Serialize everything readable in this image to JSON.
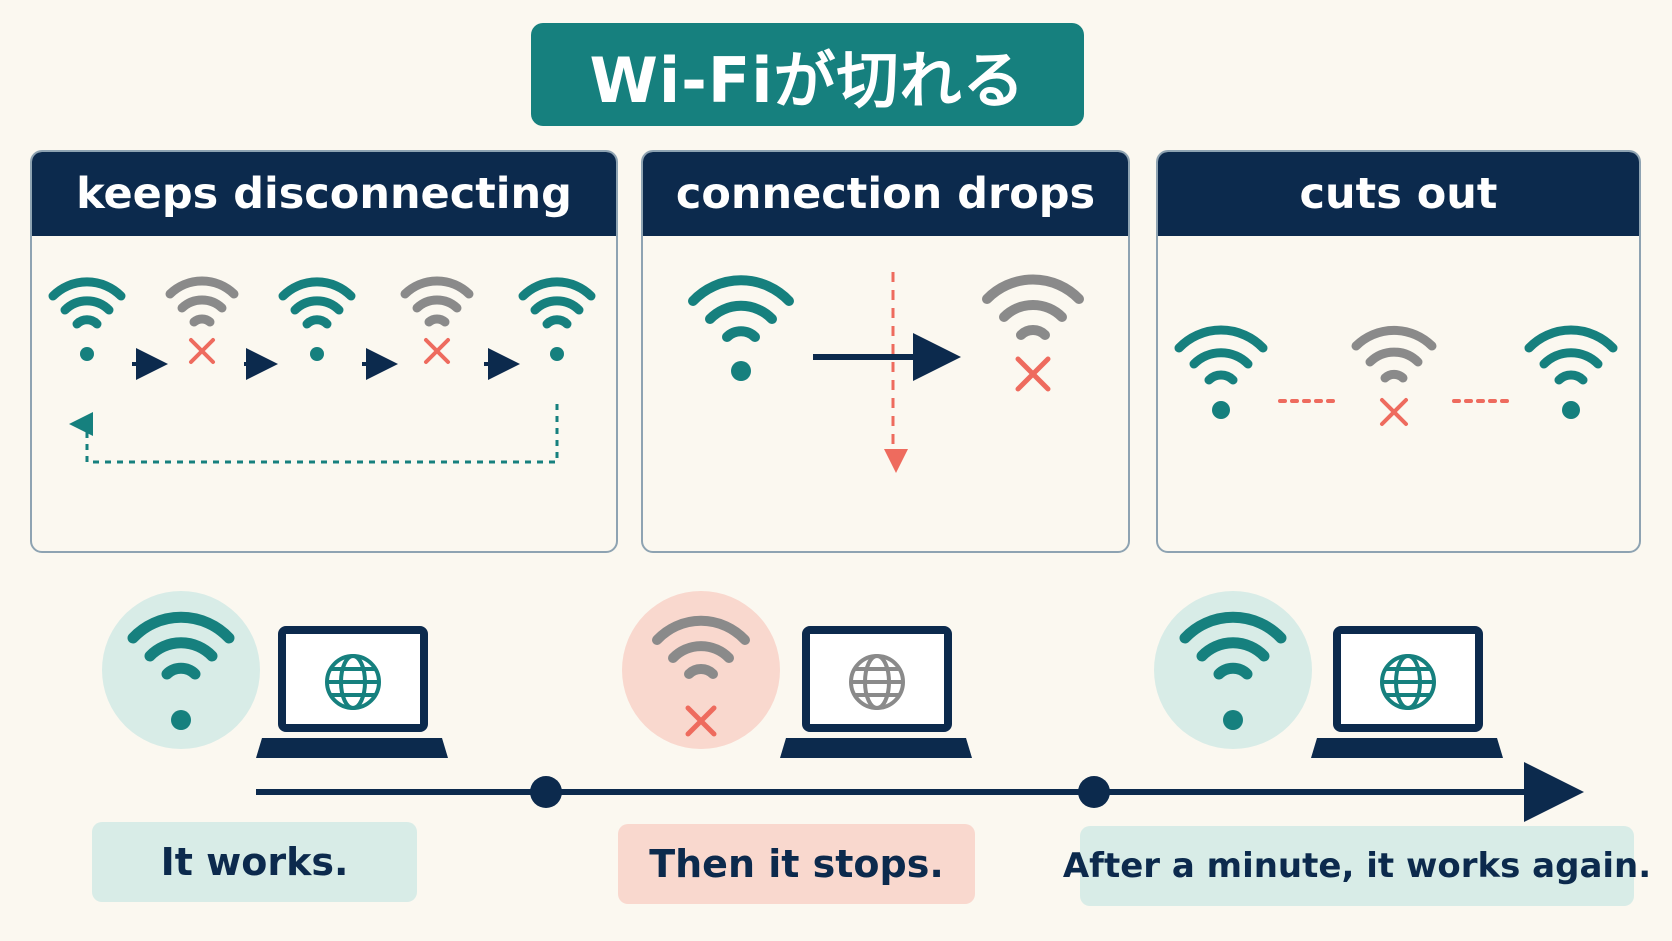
{
  "title": "Wi-Fiが切れる",
  "panels": [
    {
      "header": "keeps disconnecting"
    },
    {
      "header": "connection drops"
    },
    {
      "header": "cuts out"
    }
  ],
  "timeline": {
    "labels": [
      "It works.",
      "Then it stops.",
      "After a minute, it works again."
    ]
  },
  "colors": {
    "teal": "#16807e",
    "navy": "#0c2a4d",
    "gray": "#8a8a8a",
    "red": "#ee6b5e",
    "teal_bg": "#d8ece7",
    "red_bg": "#f9d8ce",
    "background": "#fbf8f0"
  },
  "icons": [
    "wifi-icon",
    "wifi-off-icon",
    "laptop-icon",
    "globe-icon",
    "x-icon",
    "arrow-icon"
  ]
}
